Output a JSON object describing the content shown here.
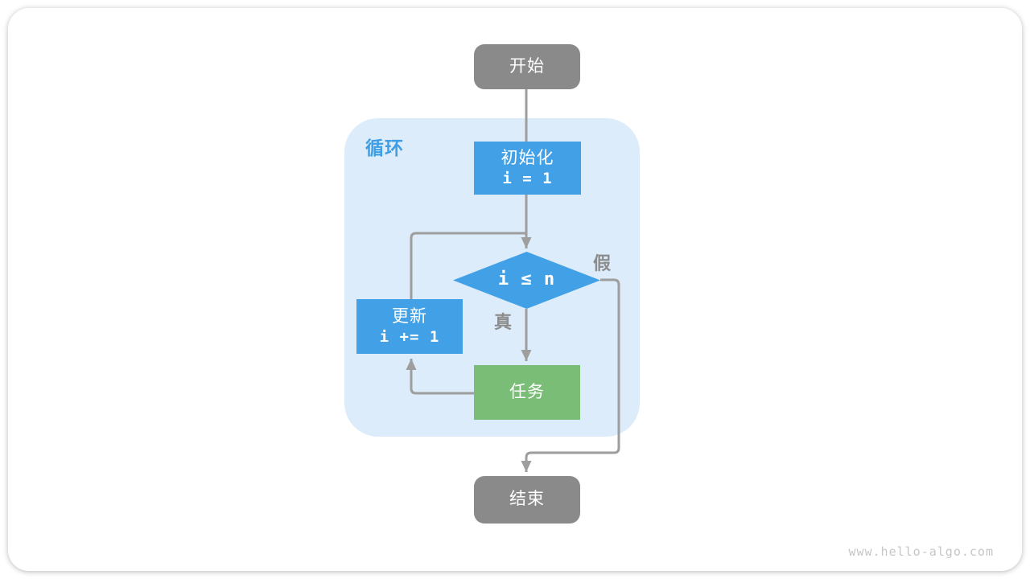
{
  "diagram": {
    "watermark": "www.hello-algo.com",
    "loop_container": {
      "label": "循环"
    },
    "nodes": {
      "start": {
        "label": "开始"
      },
      "init": {
        "title": "初始化",
        "code": "i = 1"
      },
      "condition": {
        "label": "i ≤ n"
      },
      "update": {
        "title": "更新",
        "code": "i += 1"
      },
      "task": {
        "label": "任务"
      },
      "end": {
        "label": "结束"
      }
    },
    "edge_labels": {
      "true_branch": "真",
      "false_branch": "假"
    }
  },
  "colors": {
    "node_gray": "#8A8A8A",
    "node_blue": "#42A0E6",
    "node_green": "#7ABD76",
    "container_blue": "#DCECFA",
    "accent_blue": "#3D9EE5",
    "arrow_gray": "#9E9E9E",
    "edge_label_gray": "#8C8C8C",
    "watermark_gray": "#C6C6C6"
  }
}
